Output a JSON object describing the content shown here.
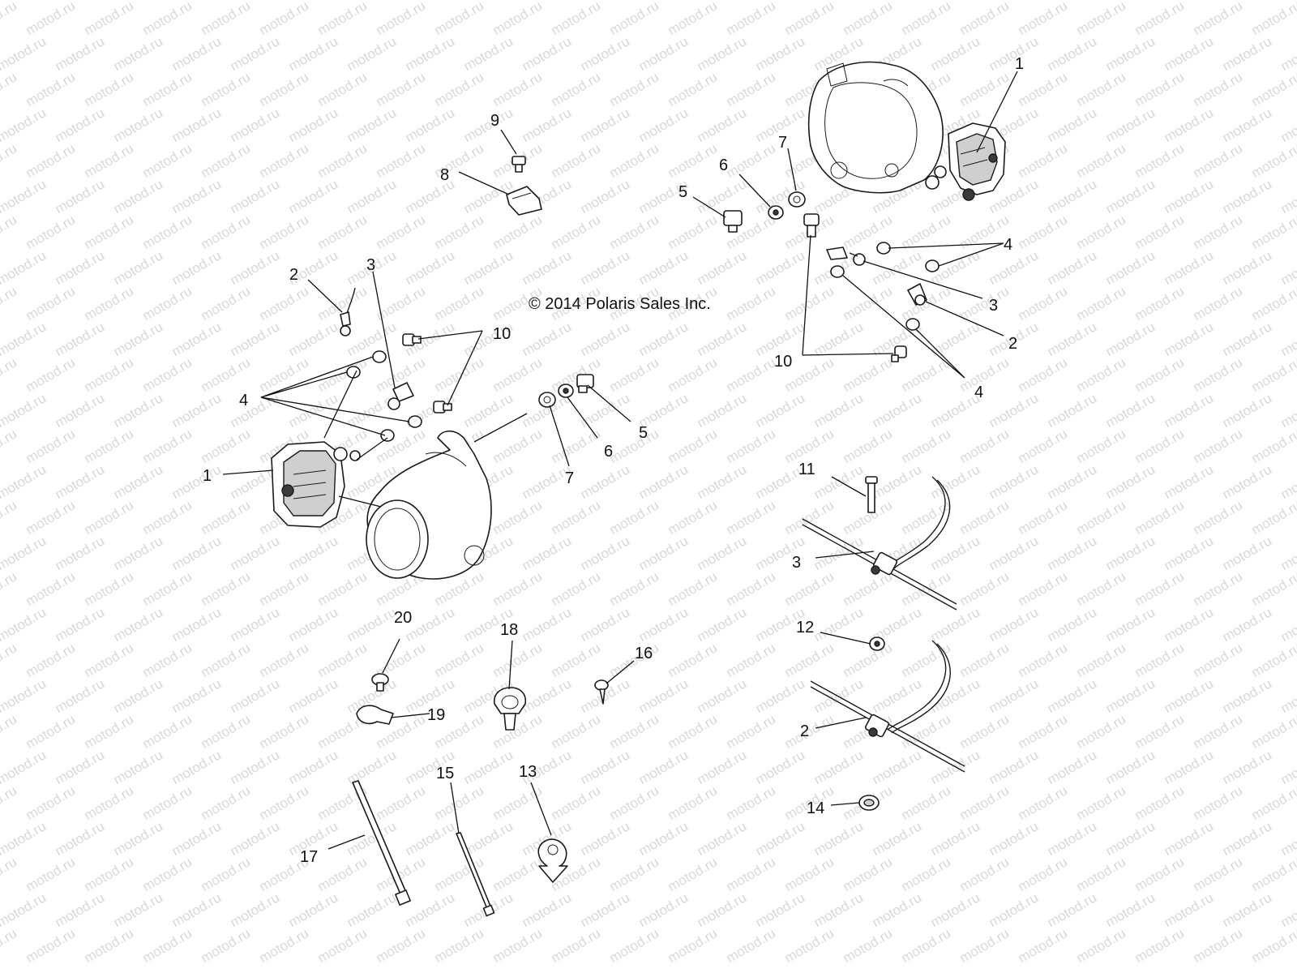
{
  "copyright": "© 2014 Polaris Sales Inc.",
  "watermark_text": "motod.ru",
  "callouts": [
    {
      "id": "1a",
      "label": "1"
    },
    {
      "id": "1b",
      "label": "1"
    },
    {
      "id": "2a",
      "label": "2"
    },
    {
      "id": "2b",
      "label": "2"
    },
    {
      "id": "2c",
      "label": "2"
    },
    {
      "id": "3a",
      "label": "3"
    },
    {
      "id": "3b",
      "label": "3"
    },
    {
      "id": "3c",
      "label": "3"
    },
    {
      "id": "4a",
      "label": "4"
    },
    {
      "id": "4b",
      "label": "4"
    },
    {
      "id": "4c",
      "label": "4"
    },
    {
      "id": "5a",
      "label": "5"
    },
    {
      "id": "5b",
      "label": "5"
    },
    {
      "id": "6a",
      "label": "6"
    },
    {
      "id": "6b",
      "label": "6"
    },
    {
      "id": "7a",
      "label": "7"
    },
    {
      "id": "7b",
      "label": "7"
    },
    {
      "id": "8",
      "label": "8"
    },
    {
      "id": "9",
      "label": "9"
    },
    {
      "id": "10a",
      "label": "10"
    },
    {
      "id": "10b",
      "label": "10"
    },
    {
      "id": "11",
      "label": "11"
    },
    {
      "id": "12",
      "label": "12"
    },
    {
      "id": "13",
      "label": "13"
    },
    {
      "id": "14",
      "label": "14"
    },
    {
      "id": "15",
      "label": "15"
    },
    {
      "id": "16",
      "label": "16"
    },
    {
      "id": "17",
      "label": "17"
    },
    {
      "id": "18",
      "label": "18"
    },
    {
      "id": "19",
      "label": "19"
    },
    {
      "id": "20",
      "label": "20"
    }
  ]
}
